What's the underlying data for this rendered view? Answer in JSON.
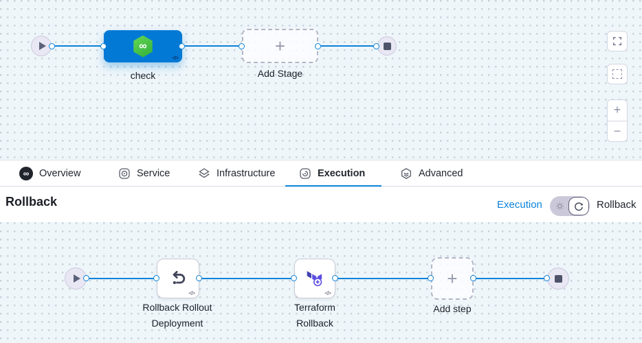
{
  "glyphs": {
    "plus": "+",
    "minus": "−",
    "infinity": "∞",
    "code": "</>"
  },
  "top_pipeline": {
    "stage_label": "check",
    "add_stage_label": "Add Stage"
  },
  "tabs": {
    "items": [
      {
        "label": "Overview"
      },
      {
        "label": "Service"
      },
      {
        "label": "Infrastructure"
      },
      {
        "label": "Execution"
      },
      {
        "label": "Advanced"
      }
    ],
    "active": "Execution"
  },
  "section_header": {
    "title": "Rollback",
    "execution_link": "Execution",
    "rollback_label": "Rollback"
  },
  "bottom_pipeline": {
    "steps": [
      {
        "line1": "Rollback Rollout",
        "line2": "Deployment"
      },
      {
        "line1": "Terraform",
        "line2": "Rollback"
      }
    ],
    "add_step_label": "Add step"
  },
  "colors": {
    "accent_blue": "#0278d5",
    "stage_blue": "#0379d6",
    "harness_green": "#3fc33a",
    "terraform_purple": "#5c4ee5",
    "canvas_bg": "#eef6fa",
    "edge_blue": "#0b82d9"
  }
}
